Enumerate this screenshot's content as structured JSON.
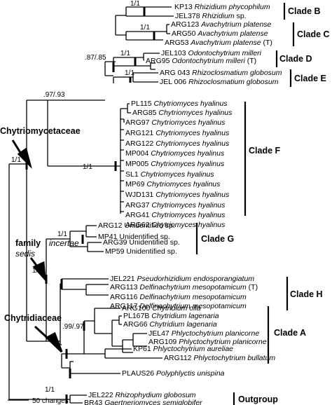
{
  "tree": {
    "taxa": [
      {
        "id": "KP13",
        "species": "Rhizidium phycophilum",
        "suffix": ""
      },
      {
        "id": "JEL378",
        "species": "Rhizidium",
        "suffix": "sp."
      },
      {
        "id": "ARG123",
        "species": "Avachytrium platense",
        "suffix": ""
      },
      {
        "id": "ARG50",
        "species": "Avachytrium platense",
        "suffix": ""
      },
      {
        "id": "ARG53",
        "species": "Avachytrium platense",
        "suffix": "(T)"
      },
      {
        "id": "JEL103",
        "species": "Odontochytrium milleri",
        "suffix": ""
      },
      {
        "id": "ARG95",
        "species": "Odontochytrium milleri",
        "suffix": "(T)"
      },
      {
        "id": "ARG 043",
        "species": "Rhizoclosmatium globosum",
        "suffix": ""
      },
      {
        "id": "JEL 006",
        "species": "Rhizoclosmatium globosum",
        "suffix": ""
      },
      {
        "id": "PL115",
        "species": "Chytriomyces hyalinus",
        "suffix": ""
      },
      {
        "id": "ARG85",
        "species": "Chytriomyces hyalinus",
        "suffix": ""
      },
      {
        "id": "ARG97",
        "species": "Chytriomyces hyalinus",
        "suffix": ""
      },
      {
        "id": "ARG121",
        "species": "Chytriomyces hyalinus",
        "suffix": ""
      },
      {
        "id": "ARG122",
        "species": "Chytriomyces hyalinus",
        "suffix": ""
      },
      {
        "id": "MP004",
        "species": "Chytriomyces hyalinus",
        "suffix": ""
      },
      {
        "id": "MP005",
        "species": "Chytriomyces hyalinus",
        "suffix": ""
      },
      {
        "id": "SL1",
        "species": "Chytriomyces hyalinus",
        "suffix": ""
      },
      {
        "id": "MP69",
        "species": "Chytriomyces hyalinus",
        "suffix": ""
      },
      {
        "id": "WJD131",
        "species": "Chytriomyces hyalinus",
        "suffix": ""
      },
      {
        "id": "ARG37",
        "species": "Chytriomyces hyalinus",
        "suffix": ""
      },
      {
        "id": "ARG41",
        "species": "Chytriomyces hyalinus",
        "suffix": ""
      },
      {
        "id": "ARG62",
        "species": "Chytriomyces hyalinus",
        "suffix": ""
      },
      {
        "id": "ARG12",
        "species": "",
        "suffix": "Unidentified sp."
      },
      {
        "id": "MP41",
        "species": "",
        "suffix": "Unidentified sp."
      },
      {
        "id": "ARG39",
        "species": "",
        "suffix": "Unidentified sp."
      },
      {
        "id": "MP59",
        "species": "",
        "suffix": "Unidentified sp."
      },
      {
        "id": "JEL221",
        "species": "Pseudorhizidium endosporangiatum",
        "suffix": ""
      },
      {
        "id": "ARG113",
        "species": "Delfinachytrium mesopotamicum",
        "suffix": "(T)"
      },
      {
        "id": "ARG116",
        "species": "Delfinachytrium mesopotamicum",
        "suffix": ""
      },
      {
        "id": "ARG117",
        "species": "Delfinachytrium mesopotamicum",
        "suffix": ""
      },
      {
        "id": "ARG100",
        "species": "Chytridium olla",
        "suffix": ""
      },
      {
        "id": "PL167B",
        "species": "Chytridium lagenaria",
        "suffix": ""
      },
      {
        "id": "ARG66",
        "species": "Chytridium lagenaria",
        "suffix": ""
      },
      {
        "id": "JEL47",
        "species": "Phlyctochytrium planicorne",
        "suffix": ""
      },
      {
        "id": "ARG109",
        "species": "Phlyctochytrium planicorne",
        "suffix": ""
      },
      {
        "id": "KP61",
        "species": "Phlyctochytrium aureliae",
        "suffix": ""
      },
      {
        "id": "ARG112",
        "species": "Phlyctochytrium bullatum",
        "suffix": ""
      },
      {
        "id": "PLAUS26",
        "species": "Polyphlyctis unispina",
        "suffix": ""
      },
      {
        "id": "JEL222",
        "species": "Rhizophydium globosum",
        "suffix": ""
      },
      {
        "id": "BR43",
        "species": "Gaertneriomyces semiglobifer",
        "suffix": ""
      }
    ],
    "support": {
      "clade_b": "1/1",
      "clade_c": "1/1",
      "clade_d": "1/1",
      "clade_e": "1/1",
      "bcde": ".87/.85",
      "bcdef": ".97/.93",
      "clade_f": "1/1",
      "chytriomycetaceae": "1/1",
      "clade_g": "1/1",
      "clade_h": "1/1",
      "chytridiaceae": ".99/.97",
      "outgroup": "1/1"
    },
    "clades": {
      "b": "Clade B",
      "c": "Clade C",
      "d": "Clade D",
      "e": "Clade E",
      "f": "Clade F",
      "g": "Clade G",
      "h": "Clade H",
      "a": "Clade A",
      "outgroup": "Outgroup"
    },
    "families": {
      "chytriomycetaceae": "Chytriomycetaceae",
      "incertae_word1": "family",
      "incertae_word2": "incertae",
      "incertae_word3": "sedis",
      "chytridiaceae": "Chytridiaceae"
    },
    "scale": {
      "label": "50 changes"
    }
  }
}
